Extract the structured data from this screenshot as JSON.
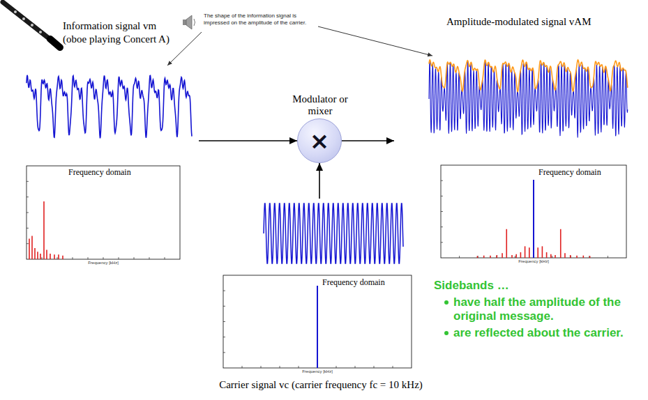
{
  "diagram": {
    "nodes": [
      {
        "text": [
          "Information signal vm (oboe playing Concert A)"
        ]
      },
      {
        "text": [
          "Modulator or mixer",
          "×"
        ]
      },
      {
        "text": [
          "Amplitude-modulated signal vAM"
        ]
      },
      {
        "text": [
          "Carrier signal vc (carrier frequency fc = 10 kHz)"
        ]
      }
    ],
    "edges": [
      {
        "from": 0,
        "to": 1,
        "arrow": "to"
      },
      {
        "from": 1,
        "to": 2,
        "arrow": "to"
      },
      {
        "from": 3,
        "to": 1,
        "arrow": "to"
      }
    ],
    "labels": [
      "The shape of the information signal is impressed on the amplitude of the carrier.",
      "Frequency domain",
      "Frequency [kHz]",
      "Frequency domain",
      "Frequency [kHz]",
      "Frequency domain",
      "Frequency [kHz]",
      "Sidebands …",
      "have half the amplitude of the original message.",
      "are reflected about the carrier."
    ]
  }
}
